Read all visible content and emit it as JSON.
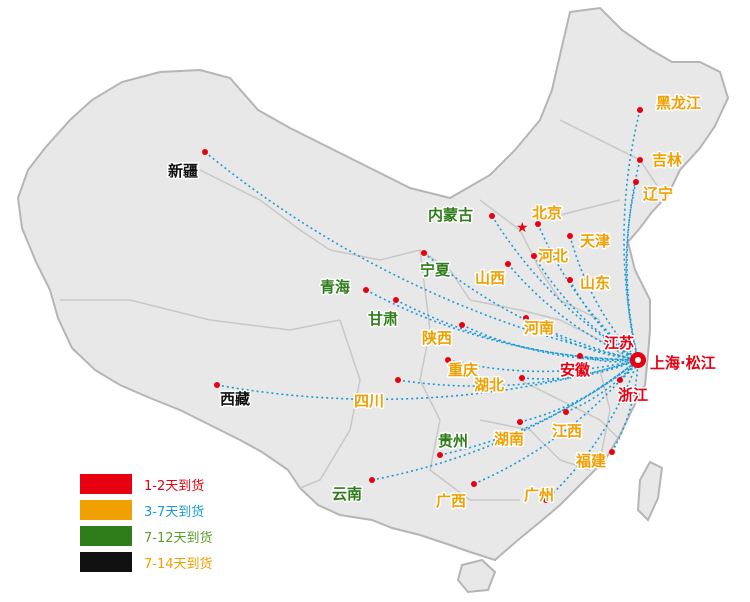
{
  "colors": {
    "red": "#e60012",
    "orange": "#f0a000",
    "green": "#2e7d1a",
    "black": "#111111",
    "route": "#1a9bd7",
    "blueText": "#1a9bd7",
    "land": "#e8e8e8",
    "border": "#b5b5b5"
  },
  "origin": {
    "name": "上海·松江"
  },
  "places": [
    {
      "id": "heilongjiang",
      "name": "黑龙江",
      "tier": "orange"
    },
    {
      "id": "jilin",
      "name": "吉林",
      "tier": "orange"
    },
    {
      "id": "liaoning",
      "name": "辽宁",
      "tier": "orange"
    },
    {
      "id": "xinjiang",
      "name": "新疆",
      "tier": "black"
    },
    {
      "id": "neimenggu",
      "name": "内蒙古",
      "tier": "green"
    },
    {
      "id": "beijing",
      "name": "北京",
      "tier": "orange"
    },
    {
      "id": "tianjin",
      "name": "天津",
      "tier": "orange"
    },
    {
      "id": "hebei",
      "name": "河北",
      "tier": "orange"
    },
    {
      "id": "ningxia",
      "name": "宁夏",
      "tier": "green"
    },
    {
      "id": "shanxi",
      "name": "山西",
      "tier": "orange"
    },
    {
      "id": "shandong",
      "name": "山东",
      "tier": "orange"
    },
    {
      "id": "qinghai",
      "name": "青海",
      "tier": "green"
    },
    {
      "id": "gansu",
      "name": "甘肃",
      "tier": "green"
    },
    {
      "id": "henan",
      "name": "河南",
      "tier": "orange"
    },
    {
      "id": "shaanxi",
      "name": "陕西",
      "tier": "orange"
    },
    {
      "id": "jiangsu",
      "name": "江苏",
      "tier": "red"
    },
    {
      "id": "xizang",
      "name": "西藏",
      "tier": "black"
    },
    {
      "id": "chongqing",
      "name": "重庆",
      "tier": "orange"
    },
    {
      "id": "anhui",
      "name": "安徽",
      "tier": "red"
    },
    {
      "id": "hubei",
      "name": "湖北",
      "tier": "orange"
    },
    {
      "id": "zhejiang",
      "name": "浙江",
      "tier": "red"
    },
    {
      "id": "sichuan",
      "name": "四川",
      "tier": "orange"
    },
    {
      "id": "guizhou",
      "name": "贵州",
      "tier": "green"
    },
    {
      "id": "hunan",
      "name": "湖南",
      "tier": "orange"
    },
    {
      "id": "jiangxi",
      "name": "江西",
      "tier": "orange"
    },
    {
      "id": "fujian",
      "name": "福建",
      "tier": "orange"
    },
    {
      "id": "yunnan",
      "name": "云南",
      "tier": "green"
    },
    {
      "id": "guangxi",
      "name": "广西",
      "tier": "orange"
    },
    {
      "id": "guangdong",
      "name": "广州",
      "tier": "orange"
    }
  ],
  "legend": [
    {
      "label": "1-2天到货",
      "swatch": "#e60012",
      "textColor": "#e60012"
    },
    {
      "label": "3-7天到货",
      "swatch": "#f0a000",
      "textColor": "#1a9bd7"
    },
    {
      "label": "7-12天到货",
      "swatch": "#2e7d1a",
      "textColor": "#5aa02c"
    },
    {
      "label": "7-14天到货",
      "swatch": "#111111",
      "textColor": "#f0a000"
    }
  ]
}
